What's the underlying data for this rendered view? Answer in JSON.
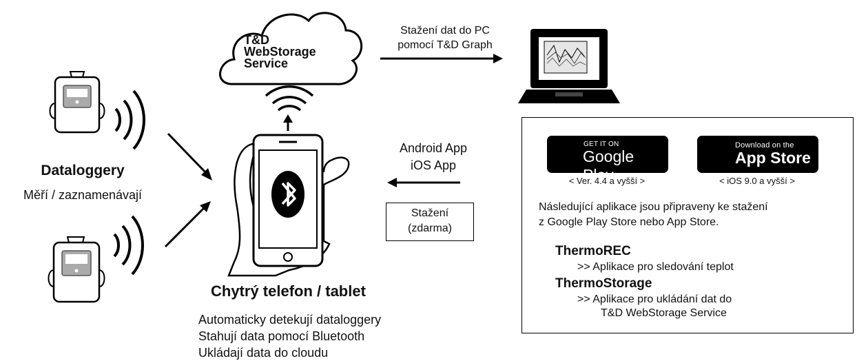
{
  "cloud": {
    "line1": "T&D",
    "line2": "WebStorage",
    "line3": "Service"
  },
  "pc_transfer": {
    "line1": "Stažení dat do PC",
    "line2": "pomocí T&D Graph"
  },
  "apps": {
    "android": "Android App",
    "ios": "iOS App"
  },
  "download_box": {
    "line1": "Stažení",
    "line2": "(zdarma)"
  },
  "dataloggers": {
    "title": "Dataloggery",
    "subtitle": "Měří / zaznamenávají"
  },
  "phone": {
    "title": "Chytrý telefon / tablet",
    "features": [
      "Automaticky detekují dataloggery",
      "Stahují data pomocí Bluetooth",
      "Ukládají data do cloudu"
    ]
  },
  "google_play": {
    "small": "GET IT ON",
    "big": "Google Play",
    "version": "< Ver. 4.4 a vyšší >"
  },
  "app_store": {
    "small": "Download on the",
    "big": "App Store",
    "version": "< iOS 9.0 a vyšší >"
  },
  "info": {
    "line1": "Následující aplikace jsou připraveny ke stažení",
    "line2": "z Google Play Store nebo App Store.",
    "apps": [
      {
        "name": "ThermoREC",
        "desc": [
          ">> Aplikace pro sledování teplot"
        ]
      },
      {
        "name": "ThermoStorage",
        "desc": [
          ">>  Aplikace pro ukládání dat do",
          "T&D WebStorage Service"
        ]
      }
    ]
  }
}
